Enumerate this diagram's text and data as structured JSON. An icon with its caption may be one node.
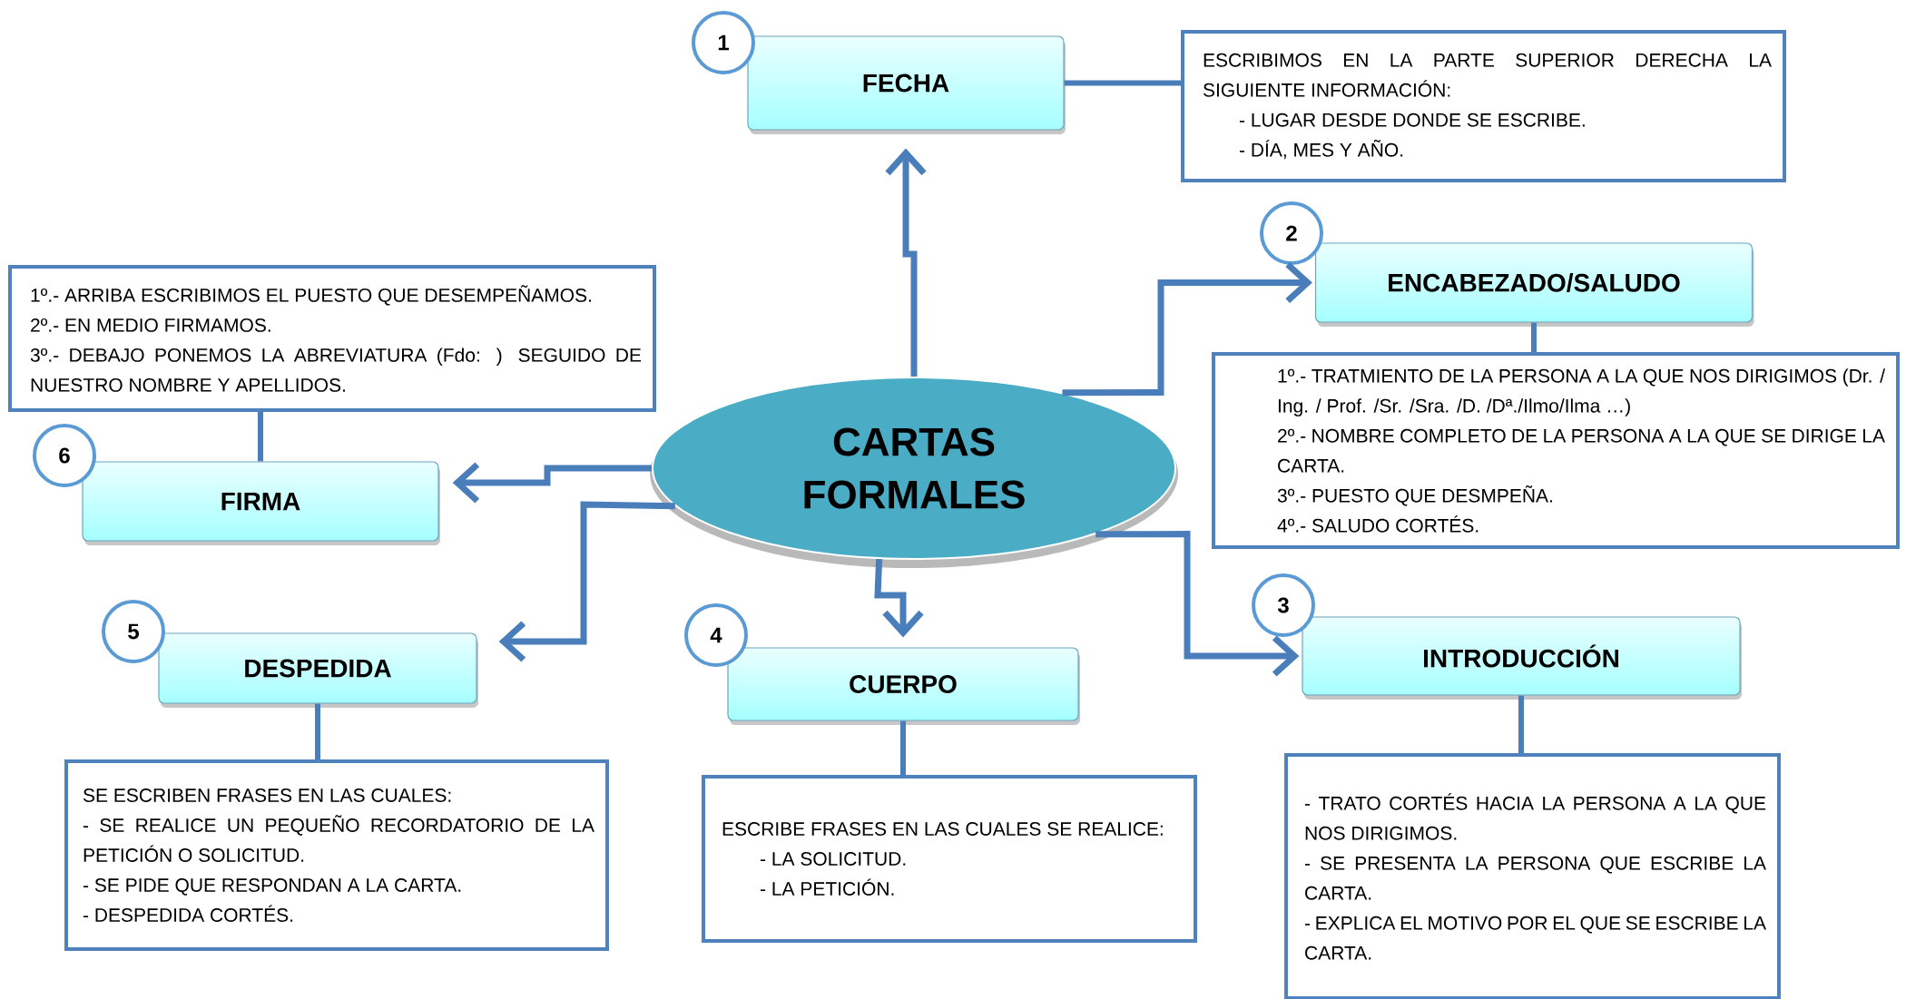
{
  "diagram": {
    "nodes": [
      {
        "text": [
          "CARTAS FORMALES"
        ]
      },
      {
        "text": [
          "1"
        ]
      },
      {
        "text": [
          "FECHA"
        ]
      },
      {
        "text": [
          "ESCRIBIMOS EN LA PARTE SUPERIOR DERECHA LA SIGUIENTE INFORMACIÓN:",
          "- LUGAR DESDE DONDE SE ESCRIBE.",
          "- DÍA, MES Y AÑO."
        ]
      },
      {
        "text": [
          "2"
        ]
      },
      {
        "text": [
          "ENCABEZADO/SALUDO"
        ]
      },
      {
        "text": [
          "1º.- TRATMIENTO DE LA PERSONA A LA QUE NOS DIRIGIMOS (Dr. / Ing. / Prof. /Sr. /Sra. /D. /Dª./Ilmo/Ilma …)",
          "2º.- NOMBRE COMPLETO DE LA PERSONA A LA QUE SE DIRIGE LA CARTA.",
          "3º.- PUESTO QUE DESMPEÑA.",
          "4º.- SALUDO CORTÉS."
        ]
      },
      {
        "text": [
          "3"
        ]
      },
      {
        "text": [
          "INTRODUCCIÓN"
        ]
      },
      {
        "text": [
          "- TRATO CORTÉS HACIA LA PERSONA A LA QUE NOS DIRIGIMOS.",
          "- SE PRESENTA LA PERSONA QUE ESCRIBE LA CARTA.",
          "- EXPLICA EL MOTIVO POR EL QUE SE ESCRIBE LA CARTA."
        ]
      },
      {
        "text": [
          "4"
        ]
      },
      {
        "text": [
          "CUERPO"
        ]
      },
      {
        "text": [
          "ESCRIBE FRASES EN LAS CUALES SE REALICE:",
          "- LA SOLICITUD.",
          "- LA PETICIÓN."
        ]
      },
      {
        "text": [
          "5"
        ]
      },
      {
        "text": [
          "DESPEDIDA"
        ]
      },
      {
        "text": [
          "SE ESCRIBEN FRASES EN LAS CUALES:",
          "- SE REALICE UN PEQUEÑO RECORDATORIO DE LA PETICIÓN O SOLICITUD.",
          "- SE PIDE QUE RESPONDAN A LA CARTA.",
          "- DESPEDIDA CORTÉS."
        ]
      },
      {
        "text": [
          "6"
        ]
      },
      {
        "text": [
          "FIRMA"
        ]
      },
      {
        "text": [
          "1º.- ARRIBA ESCRIBIMOS EL PUESTO QUE DESEMPEÑAMOS.",
          "2º.- EN MEDIO FIRMAMOS.",
          "3º.- DEBAJO PONEMOS LA ABREVIATURA (Fdo: ) SEGUIDO DE NUESTRO NOMBRE Y APELLIDOS."
        ]
      }
    ],
    "edges": [
      {
        "from": 0,
        "to": 2,
        "arrow": "to"
      },
      {
        "from": 0,
        "to": 5,
        "arrow": "to"
      },
      {
        "from": 0,
        "to": 8,
        "arrow": "to"
      },
      {
        "from": 0,
        "to": 11,
        "arrow": "to"
      },
      {
        "from": 0,
        "to": 14,
        "arrow": "to"
      },
      {
        "from": 0,
        "to": 17,
        "arrow": "to"
      },
      {
        "from": 2,
        "to": 3,
        "arrow": "none"
      },
      {
        "from": 5,
        "to": 6,
        "arrow": "none"
      },
      {
        "from": 8,
        "to": 9,
        "arrow": "none"
      },
      {
        "from": 11,
        "to": 12,
        "arrow": "none"
      },
      {
        "from": 14,
        "to": 15,
        "arrow": "none"
      },
      {
        "from": 17,
        "to": 18,
        "arrow": "none"
      }
    ]
  }
}
